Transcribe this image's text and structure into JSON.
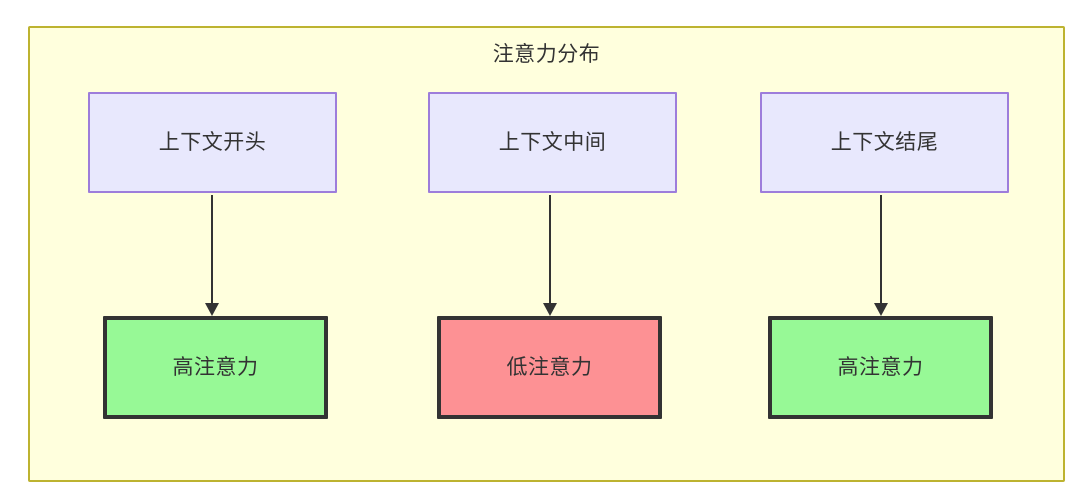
{
  "diagram": {
    "title": "注意力分布",
    "colors": {
      "container_fill": "#ffffdd",
      "container_border": "#bdb330",
      "context_fill": "#e8e8fd",
      "context_border": "#9d7ddb",
      "high_attention_fill": "#97f996",
      "low_attention_fill": "#fd9194",
      "node_border": "#333333",
      "text": "#333333",
      "edge": "#333333"
    },
    "context_nodes": [
      {
        "label": "上下文开头"
      },
      {
        "label": "上下文中间"
      },
      {
        "label": "上下文结尾"
      }
    ],
    "attention_nodes": [
      {
        "label": "高注意力",
        "level": "high"
      },
      {
        "label": "低注意力",
        "level": "low"
      },
      {
        "label": "高注意力",
        "level": "high"
      }
    ],
    "edges": [
      {
        "from": "上下文开头",
        "to": "高注意力"
      },
      {
        "from": "上下文中间",
        "to": "低注意力"
      },
      {
        "from": "上下文结尾",
        "to": "高注意力"
      }
    ]
  }
}
